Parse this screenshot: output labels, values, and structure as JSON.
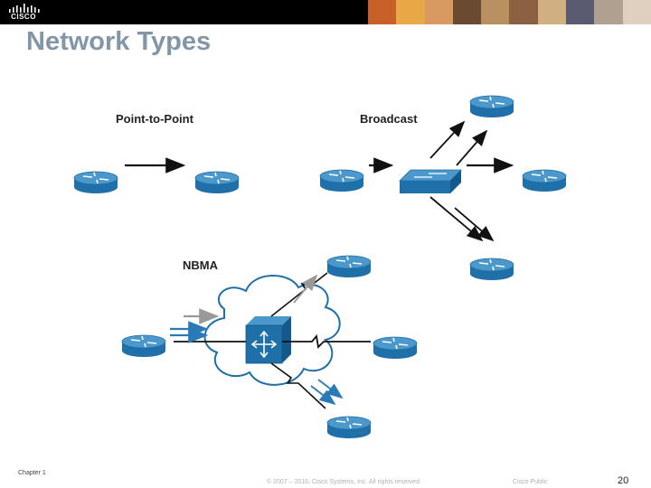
{
  "header": {
    "logo_text": "CISCO",
    "photo_colors": [
      "#c8602a",
      "#e8a848",
      "#d89a60",
      "#6a4a30",
      "#b89060",
      "#8a6040",
      "#d0b080",
      "#5a5a70",
      "#b0a090",
      "#e0d0c0"
    ]
  },
  "slide": {
    "title": "Network Types"
  },
  "diagram": {
    "point_to_point_label": "Point-to-Point",
    "broadcast_label": "Broadcast",
    "nbma_label": "NBMA"
  },
  "footer": {
    "chapter": "Chapter 1",
    "copyright": "© 2007 – 2016, Cisco Systems, Inc. All rights reserved.",
    "classification": "Cisco Public",
    "page_number": "20"
  },
  "colors": {
    "router_top": "#4a98cc",
    "router_side": "#1f6fa8",
    "cloud_stroke": "#1f6fa8",
    "arrow_black": "#111111",
    "arrow_gray": "#999999",
    "arrow_blue": "#2a7ab8"
  }
}
